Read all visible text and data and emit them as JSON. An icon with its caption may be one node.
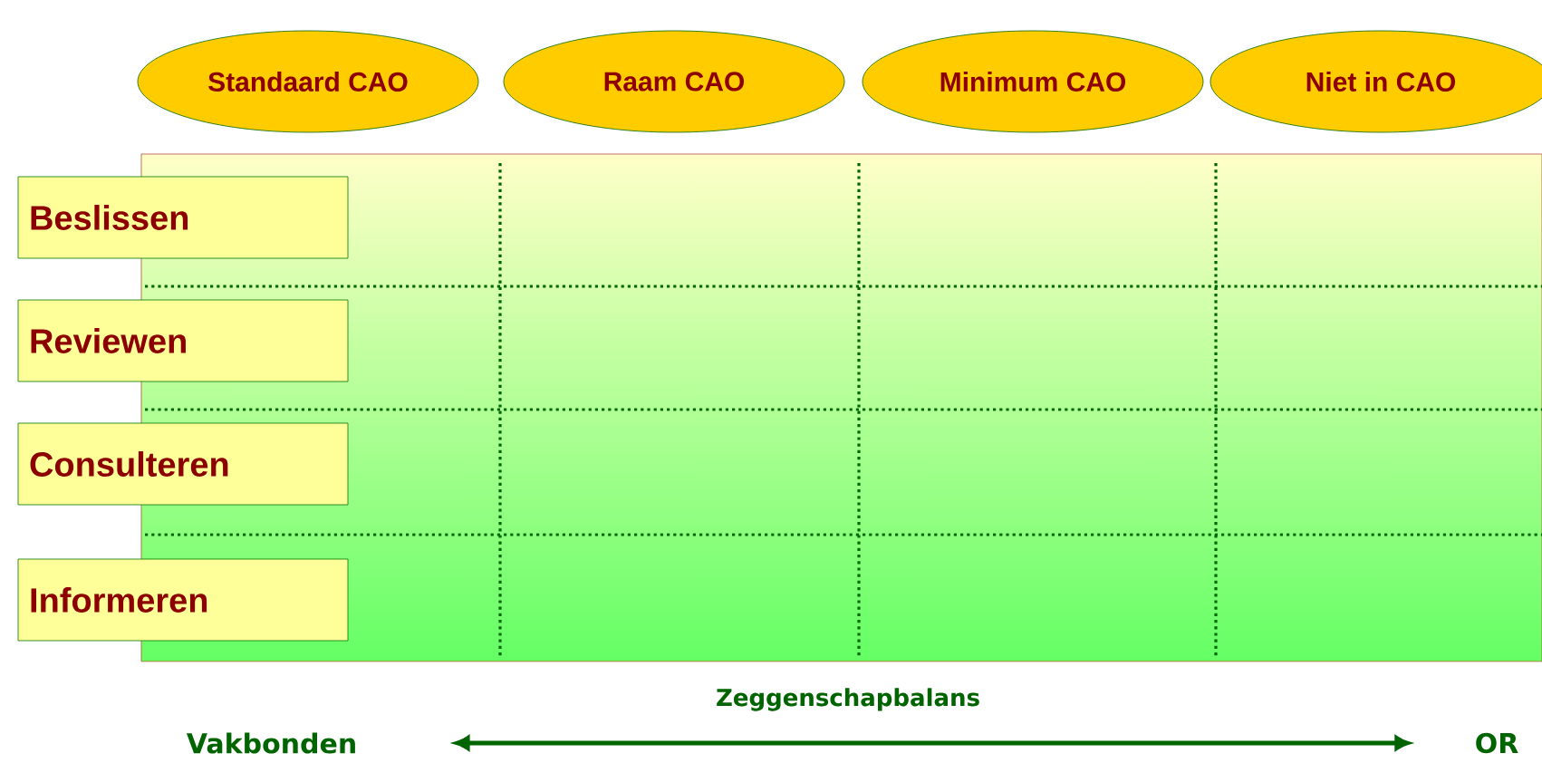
{
  "diagram": {
    "nodes": [
      {
        "text": [
          "Standaard CAO"
        ]
      },
      {
        "text": [
          "Raam CAO"
        ]
      },
      {
        "text": [
          "Minimum CAO"
        ]
      },
      {
        "text": [
          "Niet in CAO"
        ]
      },
      {
        "text": [
          "Beslissen"
        ]
      },
      {
        "text": [
          "Reviewen"
        ]
      },
      {
        "text": [
          "Consulteren"
        ]
      },
      {
        "text": [
          "Informeren"
        ]
      },
      {
        "text": [
          "Vakbonden"
        ]
      },
      {
        "text": [
          "OR"
        ]
      }
    ],
    "edges": [
      {
        "from": 8,
        "to": 9,
        "arrow": "both",
        "label": "Zeggenschapbalans"
      }
    ]
  }
}
